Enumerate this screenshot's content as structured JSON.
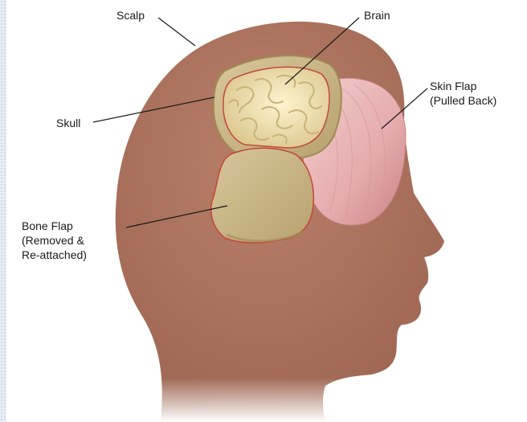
{
  "labels": {
    "scalp": "Scalp",
    "brain": "Brain",
    "skull": "Skull",
    "skin_flap": [
      "Skin Flap",
      "(Pulled Back)"
    ],
    "bone_flap": [
      "Bone Flap",
      "(Removed &",
      "Re-attached)"
    ]
  },
  "colors": {
    "skin": "#ad7460",
    "skin_shadow": "#9a6350",
    "bone": "#cbb98a",
    "bone_edge": "#a08a55",
    "brain": "#efe2b0",
    "brain_fold": "#c9b277",
    "skin_flap": "#e8b8b8",
    "label_text": "#1a1a1a"
  }
}
